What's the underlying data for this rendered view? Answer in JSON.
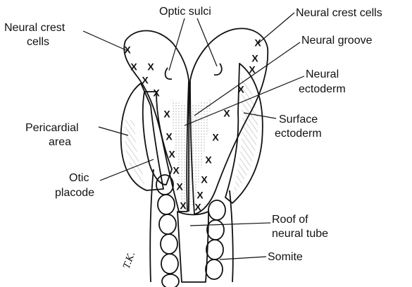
{
  "labels": {
    "optic_sulci": "Optic sulci",
    "neural_crest_left_1": "Neural crest",
    "neural_crest_left_2": "cells",
    "neural_crest_right": "Neural crest cells",
    "neural_groove": "Neural groove",
    "neural_ectoderm_1": "Neural",
    "neural_ectoderm_2": "ectoderm",
    "pericardial_1": "Pericardial",
    "pericardial_2": "area",
    "surface_ectoderm_1": "Surface",
    "surface_ectoderm_2": "ectoderm",
    "otic_1": "Otic",
    "otic_2": "placode",
    "roof_1": "Roof of",
    "roof_2": "neural tube",
    "somite": "Somite"
  },
  "signature": "T.K.",
  "neural_crest_mark": "X"
}
